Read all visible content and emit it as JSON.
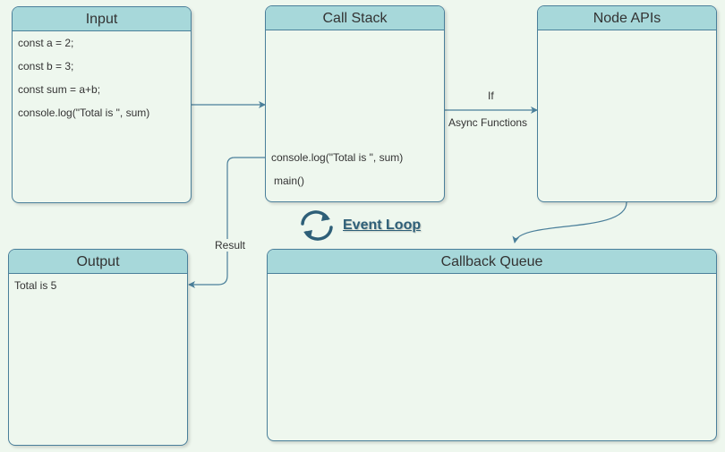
{
  "panels": {
    "input": {
      "title": "Input",
      "lines": [
        "const a = 2;",
        "const b = 3;",
        "const sum = a+b;",
        "console.log(\"Total is \", sum)"
      ]
    },
    "call_stack": {
      "title": "Call Stack",
      "lines": [
        "console.log(\"Total is \", sum)",
        "main()"
      ]
    },
    "node_apis": {
      "title": "Node APIs"
    },
    "output": {
      "title": "Output",
      "lines": [
        "Total is 5"
      ]
    },
    "callback_queue": {
      "title": "Callback Queue"
    }
  },
  "edges": {
    "stack_to_apis_top": "If",
    "stack_to_apis_bottom": "Async Functions",
    "stack_to_output": "Result"
  },
  "event_loop": {
    "label": "Event Loop",
    "icon": "refresh-cycle-icon"
  },
  "colors": {
    "background": "#eef7ee",
    "header": "#a7d8da",
    "border": "#4a7f9a"
  }
}
